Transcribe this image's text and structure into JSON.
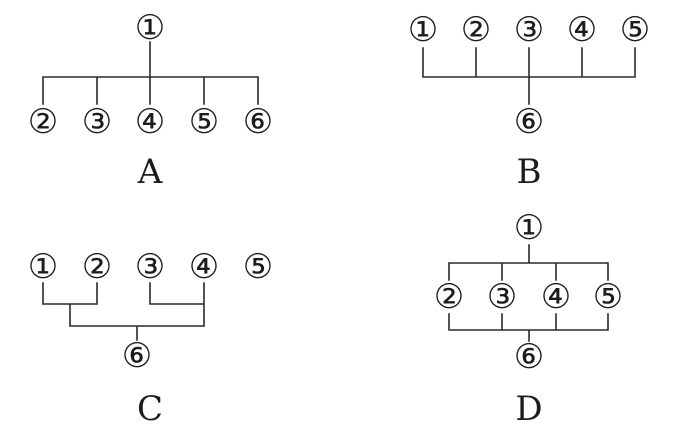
{
  "diagrams": [
    {
      "caption": "A",
      "top_row": [
        "①"
      ],
      "middle_row": [
        "②",
        "③",
        "④",
        "⑤",
        "⑥"
      ],
      "bottom_row": []
    },
    {
      "caption": "B",
      "top_row": [
        "①",
        "②",
        "③",
        "④",
        "⑤"
      ],
      "middle_row": [],
      "bottom_row": [
        "⑥"
      ]
    },
    {
      "caption": "C",
      "top_row": [
        "①",
        "②",
        "③",
        "④",
        "⑤"
      ],
      "middle_row": [],
      "bottom_row": [
        "⑥"
      ]
    },
    {
      "caption": "D",
      "top_row": [
        "①"
      ],
      "middle_row": [
        "②",
        "③",
        "④",
        "⑤"
      ],
      "bottom_row": [
        "⑥"
      ]
    }
  ]
}
